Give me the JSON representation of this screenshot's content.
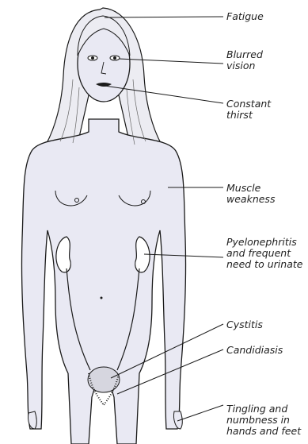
{
  "diagram": {
    "labels": [
      {
        "id": "fatigue",
        "text": "Fatigue"
      },
      {
        "id": "blurred-vision",
        "text": "Blurred\nvision"
      },
      {
        "id": "constant-thirst",
        "text": "Constant\nthirst"
      },
      {
        "id": "muscle-weakness",
        "text": "Muscle\nweakness"
      },
      {
        "id": "pyelonephritis",
        "text": "Pyelonephritis\nand frequent\nneed to urinate"
      },
      {
        "id": "cystitis",
        "text": "Cystitis"
      },
      {
        "id": "candidiasis",
        "text": "Candidiasis"
      },
      {
        "id": "tingling",
        "text": "Tingling and\nnumbness in\nhands and feet"
      }
    ]
  },
  "colors": {
    "body_fill": "#e9e9f3",
    "hair_fill": "#ececf2",
    "line": "#1a1a1a"
  }
}
